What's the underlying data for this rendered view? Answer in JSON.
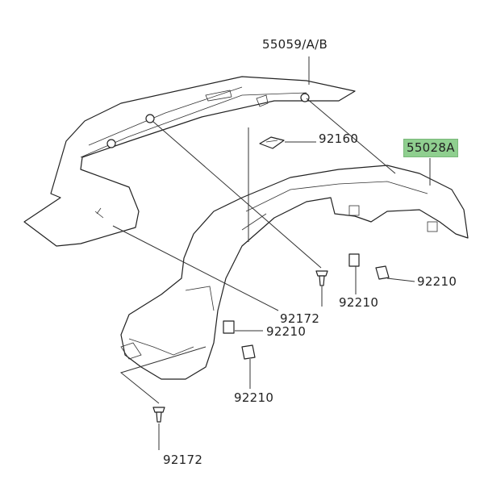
{
  "diagram": {
    "highlight_color": "#8fcf8f",
    "parts": [
      {
        "id": "p1",
        "number": "55059/A/B"
      },
      {
        "id": "p2",
        "number": "92160"
      },
      {
        "id": "p3",
        "number": "55028A",
        "highlighted": true
      },
      {
        "id": "p4",
        "number": "92210"
      },
      {
        "id": "p5",
        "number": "92210"
      },
      {
        "id": "p6",
        "number": "92172"
      },
      {
        "id": "p7",
        "number": "92210"
      },
      {
        "id": "p8",
        "number": "92210"
      },
      {
        "id": "p9",
        "number": "92172"
      }
    ]
  }
}
